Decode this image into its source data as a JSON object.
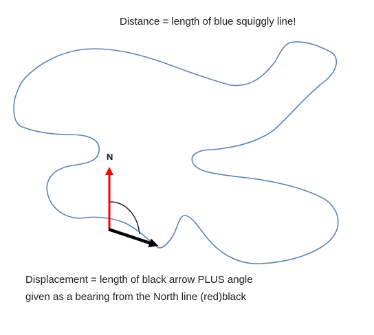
{
  "captions": {
    "distance": "Distance = length of blue squiggly line!",
    "displacement_line1": "Displacement = length of black arrow PLUS angle",
    "displacement_line2": "given as a bearing from the North line (red)black"
  },
  "compass": {
    "north_label": "N"
  },
  "colors": {
    "path": "#5b82b5",
    "north_arrow": "#ff0000",
    "displacement_arrow": "#000000",
    "text": "#1a1a1a"
  }
}
